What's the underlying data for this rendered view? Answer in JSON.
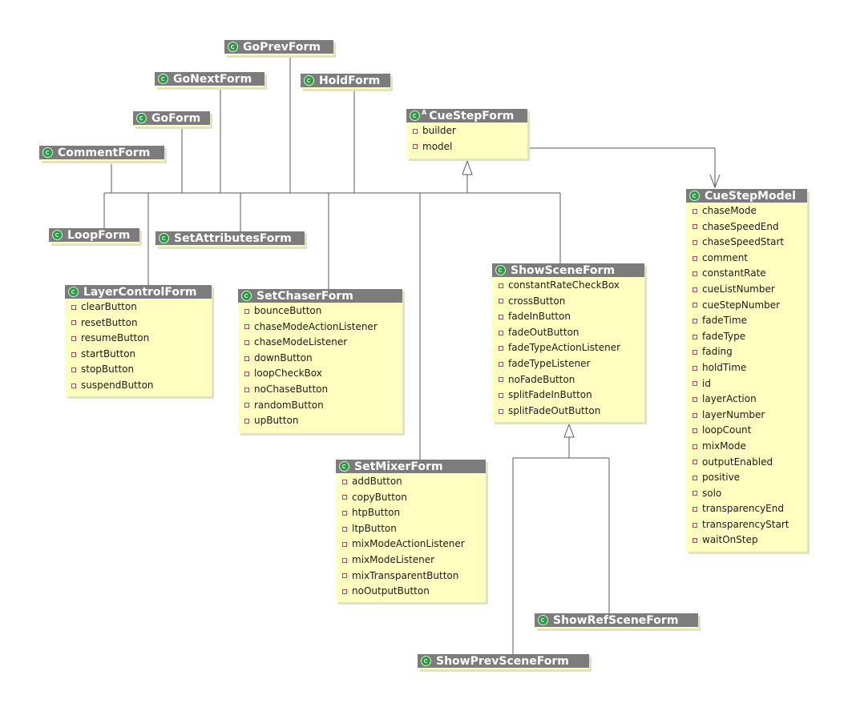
{
  "diagram": {
    "classes": {
      "goPrevForm": {
        "name": "GoPrevForm",
        "fields": []
      },
      "goNextForm": {
        "name": "GoNextForm",
        "fields": []
      },
      "holdForm": {
        "name": "HoldForm",
        "fields": []
      },
      "goForm": {
        "name": "GoForm",
        "fields": []
      },
      "commentForm": {
        "name": "CommentForm",
        "fields": []
      },
      "cueStepForm": {
        "name": "CueStepForm",
        "abstract": true,
        "abstract_mark": "A",
        "fields": [
          "builder",
          "model"
        ]
      },
      "cueStepModel": {
        "name": "CueStepModel",
        "fields": [
          "chaseMode",
          "chaseSpeedEnd",
          "chaseSpeedStart",
          "comment",
          "constantRate",
          "cueListNumber",
          "cueStepNumber",
          "fadeTime",
          "fadeType",
          "fading",
          "holdTime",
          "id",
          "layerAction",
          "layerNumber",
          "loopCount",
          "mixMode",
          "outputEnabled",
          "positive",
          "solo",
          "transparencyEnd",
          "transparencyStart",
          "waitOnStep"
        ]
      },
      "loopForm": {
        "name": "LoopForm",
        "fields": []
      },
      "setAttributesForm": {
        "name": "SetAttributesForm",
        "fields": []
      },
      "layerControlForm": {
        "name": "LayerControlForm",
        "fields": [
          "clearButton",
          "resetButton",
          "resumeButton",
          "startButton",
          "stopButton",
          "suspendButton"
        ]
      },
      "setChaserForm": {
        "name": "SetChaserForm",
        "fields": [
          "bounceButton",
          "chaseModeActionListener",
          "chaseModeListener",
          "downButton",
          "loopCheckBox",
          "noChaseButton",
          "randomButton",
          "upButton"
        ]
      },
      "showSceneForm": {
        "name": "ShowSceneForm",
        "fields": [
          "constantRateCheckBox",
          "crossButton",
          "fadeInButton",
          "fadeOutButton",
          "fadeTypeActionListener",
          "fadeTypeListener",
          "noFadeButton",
          "splitFadeInButton",
          "splitFadeOutButton"
        ]
      },
      "setMixerForm": {
        "name": "SetMixerForm",
        "fields": [
          "addButton",
          "copyButton",
          "htpButton",
          "ltpButton",
          "mixModeActionListener",
          "mixModeListener",
          "mixTransparentButton",
          "noOutputButton"
        ]
      },
      "showRefSceneForm": {
        "name": "ShowRefSceneForm",
        "fields": []
      },
      "showPrevSceneForm": {
        "name": "ShowPrevSceneForm",
        "fields": []
      }
    },
    "colors": {
      "header": "#7c7c7c",
      "body": "#ffffc0",
      "edge": "#5a5a5a",
      "icon": "#2f9a44",
      "field_marker": "#b24848"
    },
    "icons": {
      "class": "class-icon",
      "field": "field-marker-icon"
    },
    "relations": [
      {
        "kind": "generalization",
        "from": "goPrevForm",
        "to": "cueStepForm"
      },
      {
        "kind": "generalization",
        "from": "goNextForm",
        "to": "cueStepForm"
      },
      {
        "kind": "generalization",
        "from": "holdForm",
        "to": "cueStepForm"
      },
      {
        "kind": "generalization",
        "from": "goForm",
        "to": "cueStepForm"
      },
      {
        "kind": "generalization",
        "from": "commentForm",
        "to": "cueStepForm"
      },
      {
        "kind": "generalization",
        "from": "loopForm",
        "to": "cueStepForm"
      },
      {
        "kind": "generalization",
        "from": "setAttributesForm",
        "to": "cueStepForm"
      },
      {
        "kind": "generalization",
        "from": "layerControlForm",
        "to": "cueStepForm"
      },
      {
        "kind": "generalization",
        "from": "setChaserForm",
        "to": "cueStepForm"
      },
      {
        "kind": "generalization",
        "from": "setMixerForm",
        "to": "cueStepForm"
      },
      {
        "kind": "generalization",
        "from": "showSceneForm",
        "to": "cueStepForm"
      },
      {
        "kind": "generalization",
        "from": "showRefSceneForm",
        "to": "showSceneForm"
      },
      {
        "kind": "generalization",
        "from": "showPrevSceneForm",
        "to": "showSceneForm"
      },
      {
        "kind": "association",
        "from": "cueStepForm",
        "to": "cueStepModel"
      }
    ]
  }
}
